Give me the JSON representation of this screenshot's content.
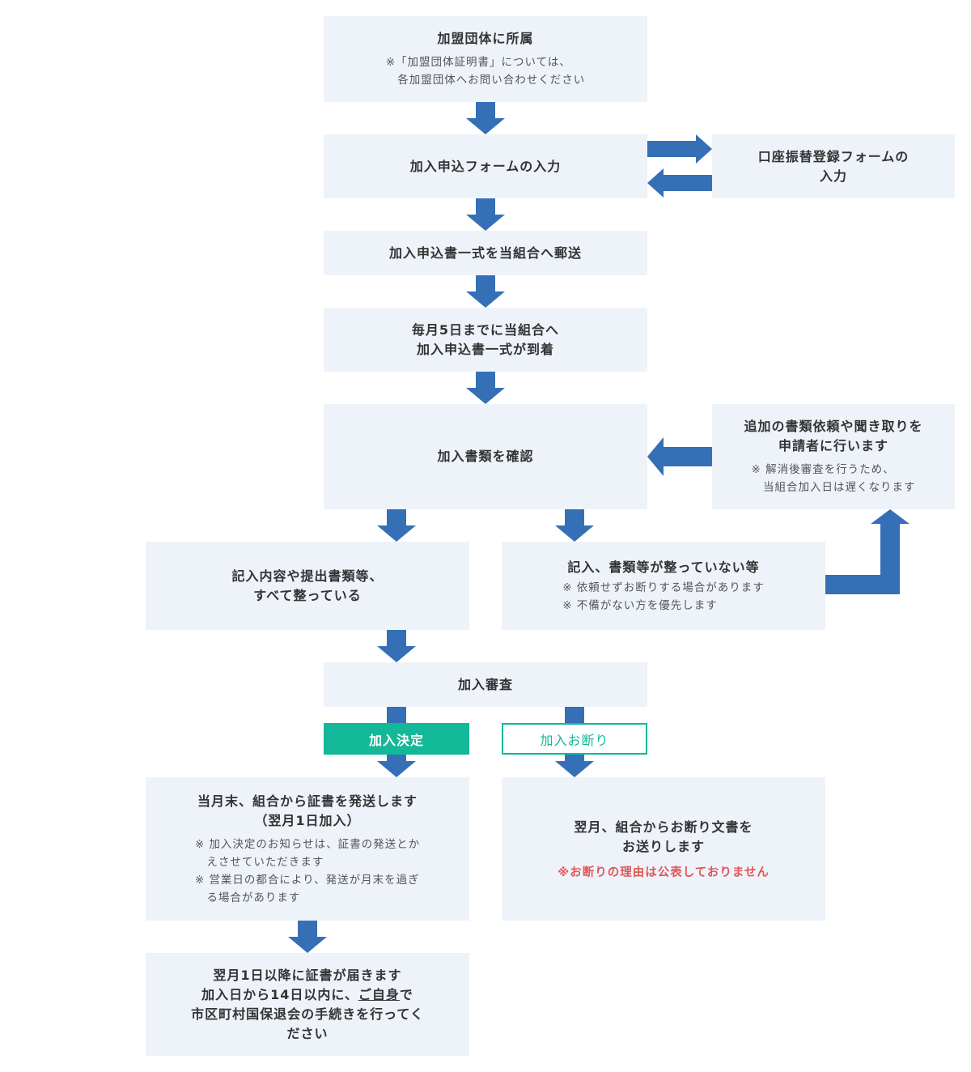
{
  "colors": {
    "arrow": "#3570b7",
    "box": "#eef3fa",
    "accept": "#12b898",
    "decline_border": "#12b898",
    "warning": "#e05757"
  },
  "steps": {
    "s1": {
      "title": "加盟団体に所属",
      "notes": [
        "※「加盟団体証明書」については、",
        "　各加盟団体へお問い合わせください"
      ]
    },
    "s2": {
      "title": "加入申込フォームの入力"
    },
    "side_account": {
      "title_lines": [
        "口座振替登録フォームの",
        "入力"
      ]
    },
    "s3": {
      "title": "加入申込書一式を当組合へ郵送"
    },
    "s4": {
      "title_lines": [
        "毎月5日までに当組合へ",
        "加入申込書一式が到着"
      ]
    },
    "s5": {
      "title": "加入書類を確認"
    },
    "side_extra": {
      "title_lines": [
        "追加の書類依頼や聞き取りを",
        "申請者に行います"
      ],
      "notes": [
        "※ 解消後審査を行うため、",
        "　当組合加入日は遅くなります"
      ]
    },
    "ok": {
      "title_lines": [
        "記入内容や提出書類等、",
        "すべて整っている"
      ]
    },
    "ng": {
      "title": "記入、書類等が整っていない等",
      "notes": [
        "※ 依頼せずお断りする場合があります",
        "※ 不備がない方を優先します"
      ]
    },
    "review": {
      "title": "加入審査"
    },
    "accept_badge": "加入決定",
    "decline_badge": "加入お断り",
    "accept": {
      "title_lines": [
        "当月末、組合から証書を発送します",
        "（翌月1日加入）"
      ],
      "notes": [
        "※ 加入決定のお知らせは、証書の発送とか",
        "　えさせていただきます",
        "※ 営業日の都合により、発送が月末を過ぎ",
        "　る場合があります"
      ]
    },
    "decline": {
      "title_lines": [
        "翌月、組合からお断り文書を",
        "お送りします"
      ],
      "warning": "※お断りの理由は公表しておりません"
    },
    "final": {
      "line1": "翌月1日以降に証書が届きます",
      "line2_pre": "加入日から14日以内に、",
      "line2_underline": "ご自身",
      "line2_post": "で",
      "line3": "市区町村国保退会の手続きを行ってく",
      "line4": "ださい"
    }
  }
}
